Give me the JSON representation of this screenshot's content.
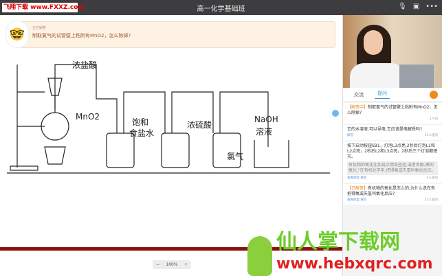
{
  "header": {
    "logo": "飞翔下载 www.FXXZ.com",
    "title": "高一化学基础班",
    "icons": [
      "microphone-off-icon",
      "chat-icon",
      "more-icon"
    ],
    "more": "•••"
  },
  "question": {
    "label": "正在解答",
    "text": "制取氯气的试管壁上粘附有MnO2，怎么除掉?"
  },
  "diagram": {
    "labels": [
      "浓盐酸",
      "MnO2",
      "饱和",
      "食盐水",
      "浓硫酸",
      "NaOH",
      "溶液",
      "氯气"
    ]
  },
  "zoom": {
    "minus": "−",
    "value": "100%",
    "plus": "+"
  },
  "sidebar": {
    "tabs": [
      "交流",
      "提问"
    ],
    "items": [
      {
        "tag": "【解答中】",
        "text": "制取氯气的试管壁上粘附有MnO2，怎么除掉?",
        "count": "1人问"
      },
      {
        "text": "它的水溶液,可以导电,它应该是电解质吗?",
        "action": "解答",
        "count": "11人提问"
      },
      {
        "text": "按下启动按钮SB1，灯泡L3点亮,2秒后灯泡L1和L2点亮，2秒后L2和L3点亮，2秒后三个灯泡都熄灭。",
        "answer": "有机物的氧化比如说点燃某些烃,或者苯酚,醛的氧化,\"在有机化学中,把得氧或失氢叫氧化反应。",
        "actions": [
          "查看回复",
          "解答"
        ],
        "count": "4人提问"
      },
      {
        "tag": "【已解答】",
        "text": "有机物的氧化是怎么的,为什么说在有把得氧或失氢叫氧化反应?",
        "actions": [
          "查看回复",
          "解答"
        ],
        "count": "25人提问"
      }
    ]
  },
  "watermark": {
    "name": "仙人掌下载网",
    "url": "www.hebxqrc.com"
  }
}
